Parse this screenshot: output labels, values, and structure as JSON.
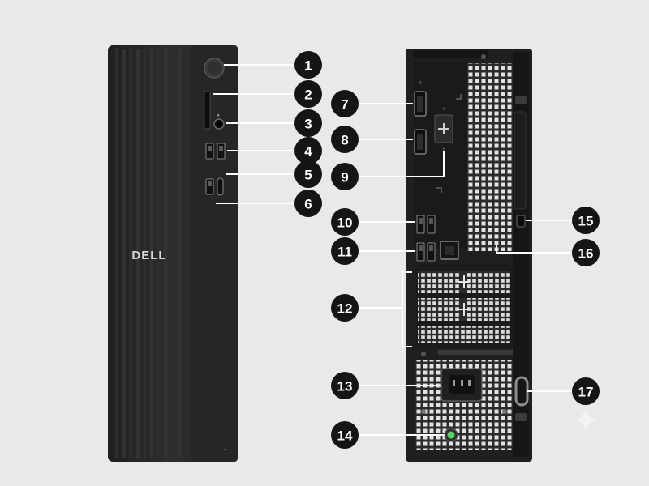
{
  "brand_logo": "DELL",
  "colors": {
    "background": "#e9e9e9",
    "chassis": "#2a2a2c",
    "rear_panel": "#202022",
    "callout": "#151515",
    "leader_line": "#ffffff",
    "power_led": "#5bd06a"
  },
  "callouts": [
    {
      "label": "1",
      "icon": "power-button"
    },
    {
      "label": "2",
      "icon": "sd-card-slot"
    },
    {
      "label": "3",
      "icon": "audio-jack"
    },
    {
      "label": "4",
      "icon": "usb-a-ports-front"
    },
    {
      "label": "5",
      "icon": "usb-c-port"
    },
    {
      "label": "6",
      "icon": "usb-a-port-front-lower"
    },
    {
      "label": "7",
      "icon": "displayport-1"
    },
    {
      "label": "8",
      "icon": "displayport-2"
    },
    {
      "label": "9",
      "icon": "optional-port-module"
    },
    {
      "label": "10",
      "icon": "usb-a-ports-rear-upper"
    },
    {
      "label": "11",
      "icon": "usb-a-ports-rear-lower"
    },
    {
      "label": "12",
      "icon": "expansion-card-slots"
    },
    {
      "label": "13",
      "icon": "power-connector"
    },
    {
      "label": "14",
      "icon": "power-supply-diagnostic-led"
    },
    {
      "label": "15",
      "icon": "security-cable-slot"
    },
    {
      "label": "16",
      "icon": "ethernet-port"
    },
    {
      "label": "17",
      "icon": "padlock-ring"
    }
  ]
}
